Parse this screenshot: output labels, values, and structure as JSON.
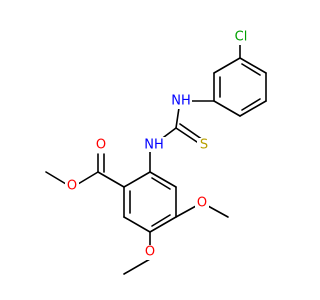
{
  "molecule": {
    "colors": {
      "bond": "#000000",
      "N": "#0000ff",
      "O": "#ff0000",
      "S": "#b8a000",
      "Cl": "#00a000"
    },
    "atom_labels": {
      "cl": "Cl",
      "nh_top": "NH",
      "nh_mid": "NH",
      "s": "S",
      "o_carbonyl": "O",
      "o_ester": "O",
      "o_meo4": "O",
      "o_meo5": "O"
    }
  }
}
